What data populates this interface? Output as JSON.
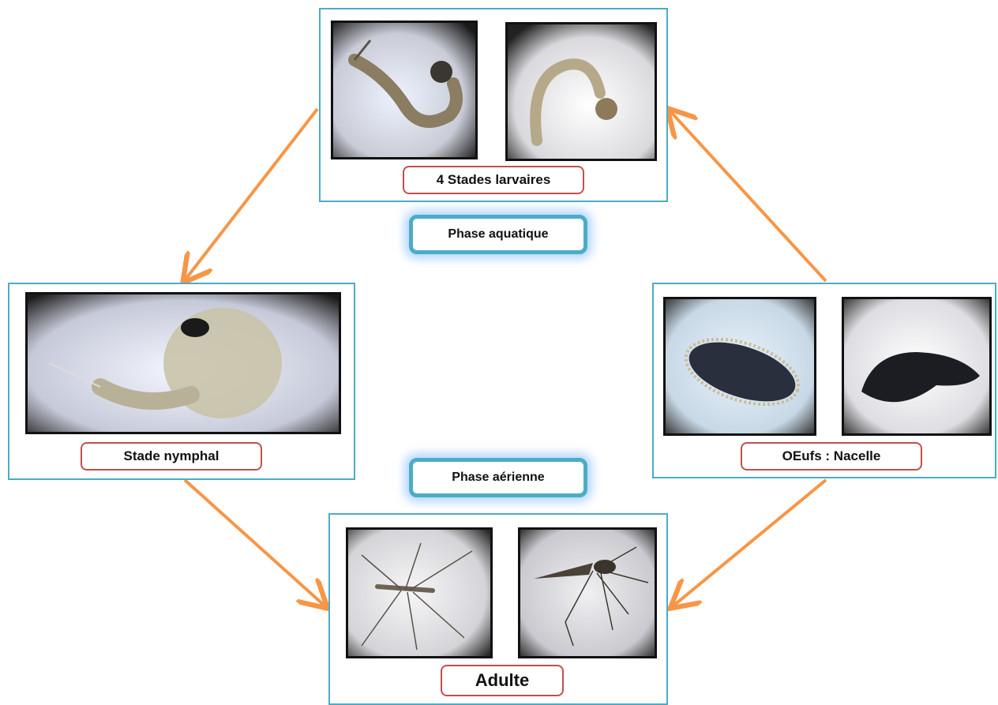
{
  "stages": {
    "larval": "4 Stades larvaires",
    "pupal": "Stade nymphal",
    "eggs": "OEufs : Nacelle",
    "adult": "Adulte"
  },
  "phases": {
    "aquatic": "Phase aquatique",
    "aerial": "Phase aérienne"
  },
  "colors": {
    "panel_border": "#4bacc6",
    "label_border": "#c0504d",
    "arrow": "#f79646"
  }
}
